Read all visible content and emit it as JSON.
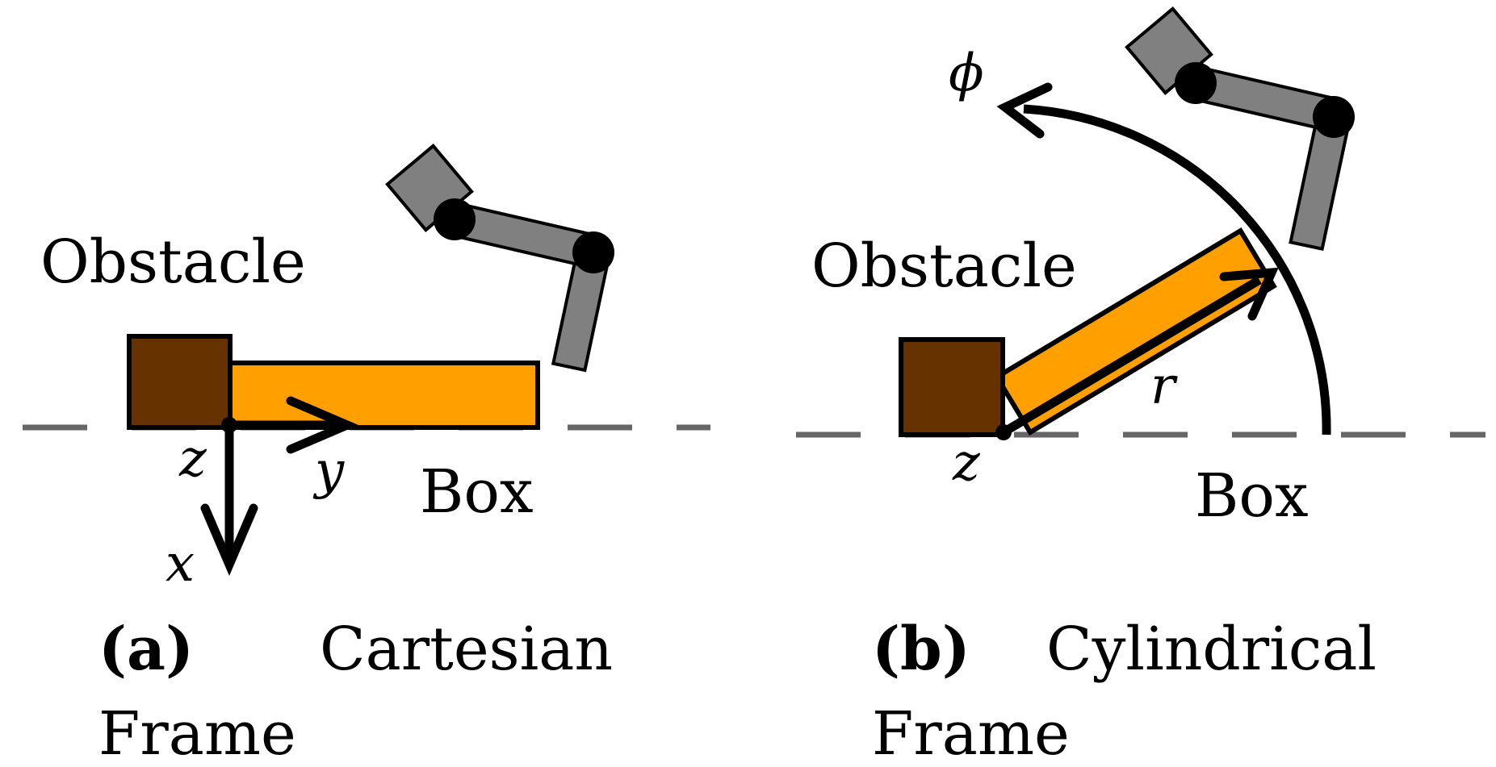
{
  "panel_a": {
    "obstacle_label": "Obstacle",
    "box_label": "Box",
    "axis_x": "x",
    "axis_y": "y",
    "axis_z": "z",
    "caption_tag": "(a)",
    "caption_title": "Cartesian",
    "caption_line2": "Frame"
  },
  "panel_b": {
    "obstacle_label": "Obstacle",
    "box_label": "Box",
    "axis_r": "r",
    "axis_phi": "ϕ",
    "axis_z": "z",
    "caption_tag": "(b)",
    "caption_title": "Cylindrical",
    "caption_line2": "Frame"
  },
  "colors": {
    "obstacle": "#663300",
    "box": "#ff9f00",
    "robot_link": "#808080",
    "joint": "#000000",
    "ground_line": "#666666"
  }
}
